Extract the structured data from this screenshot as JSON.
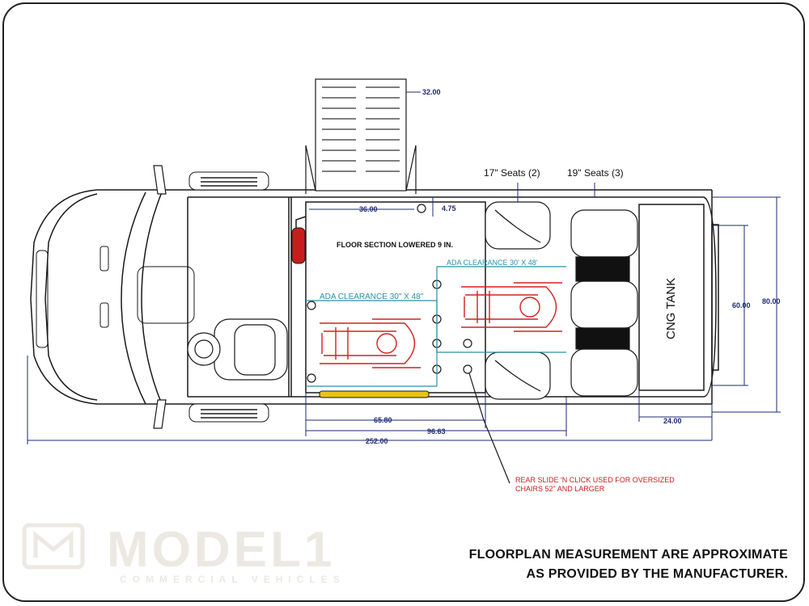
{
  "labels": {
    "seats17": "17\" Seats (2)",
    "seats19": "19\" Seats (3)",
    "floor": "FLOOR SECTION LOWERED 9 IN.",
    "ada1": "ADA  CLEARANCE  30\"  X  48\"",
    "ada2": "ADA CLEARANCE 30' X 48'",
    "cng": "CNG TANK",
    "rear_note_1": "REAR SLIDE 'N CLICK USED FOR OVERSIZED",
    "rear_note_2": "CHAIRS 52\" AND LARGER"
  },
  "dimensions": {
    "d32": "32.00",
    "d36": "36.00",
    "d475": "4.75",
    "d60": "60.00",
    "d80": "80.00",
    "d24": "24.00",
    "d658": "65.80",
    "d9663": "96.63",
    "d252": "252.00"
  },
  "footer": {
    "line1": "FLOORPLAN MEASUREMENT ARE APPROXIMATE",
    "line2": "AS PROVIDED BY THE MANUFACTURER."
  },
  "logo": {
    "brand": "MODEL1",
    "sub": "COMMERCIAL VEHICLES"
  },
  "colors": {
    "outline": "#1a1a1a",
    "dimension": "#1e2a78",
    "ada": "#2a8fa8",
    "wheelchair": "#d42020",
    "extinguisher": "#c81d1d",
    "grab_bar": "#e8c21c"
  }
}
